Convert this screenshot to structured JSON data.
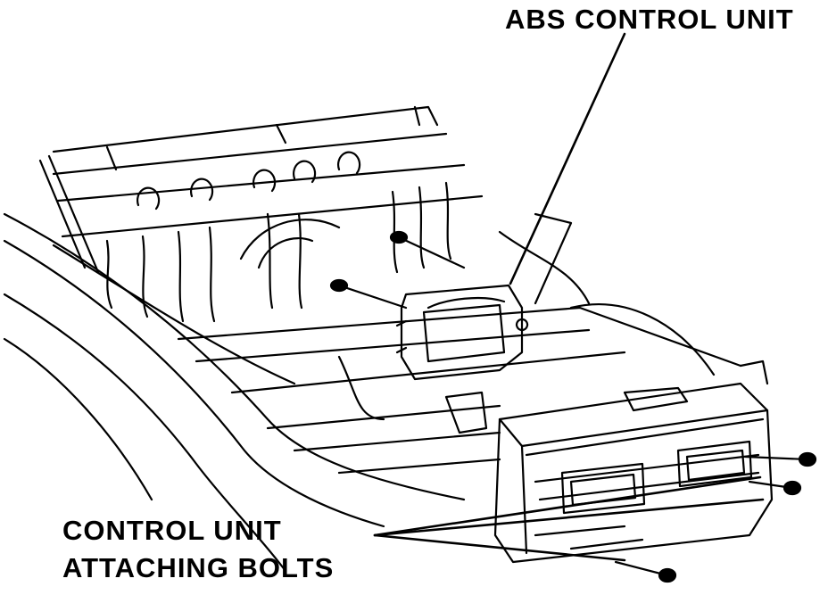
{
  "labels": {
    "abs_control_unit": "ABS CONTROL UNIT",
    "bolts_line1": "CONTROL UNIT",
    "bolts_line2": "ATTACHING BOLTS"
  },
  "colors": {
    "ink": "#000000",
    "paper": "#ffffff"
  }
}
